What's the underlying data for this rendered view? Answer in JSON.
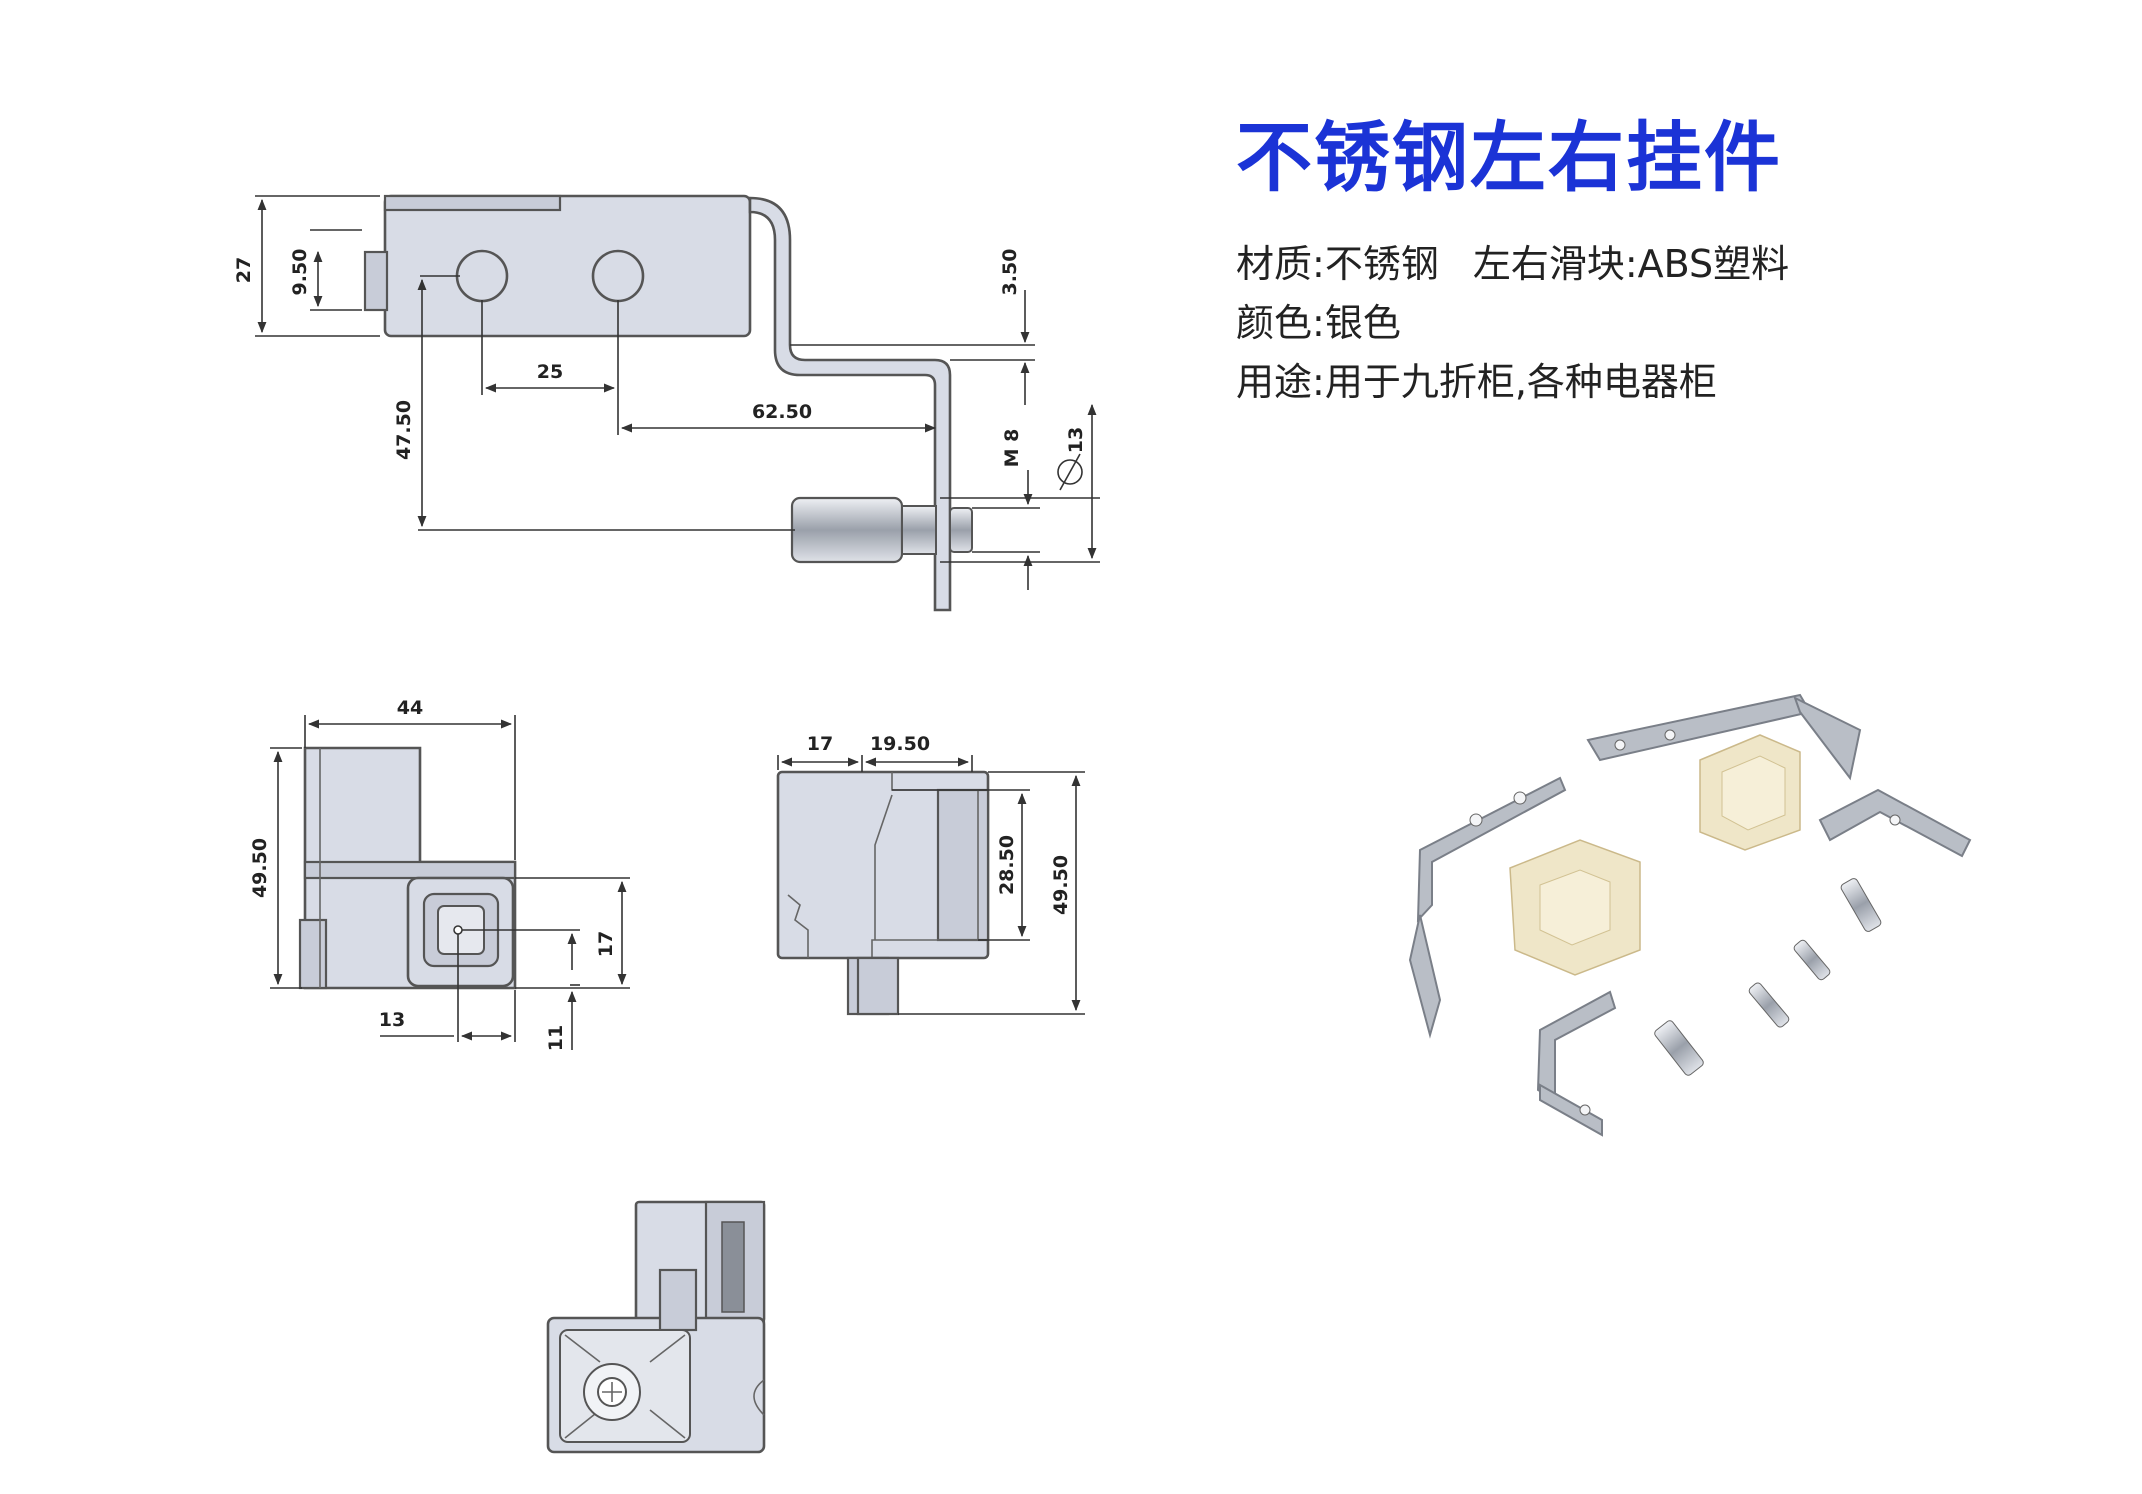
{
  "product": {
    "title": "不锈钢左右挂件",
    "specs": {
      "material_label": "材质:",
      "material_value": "不锈钢",
      "slider_label": "左右滑块:",
      "slider_value": "ABS塑料",
      "color_label": "颜色:",
      "color_value": "银色",
      "usage_label": "用途:",
      "usage_value": "用于九折柜,各种电器柜"
    }
  },
  "dimensions": {
    "side_view": {
      "height_27": "27",
      "height_9_50": "9.50",
      "offset_3_50": "3.50",
      "hole_pitch_25": "25",
      "drop_47_50": "47.50",
      "span_62_50": "62.50",
      "thread_m8": "M 8",
      "diameter_13": "13"
    },
    "front_view": {
      "width_44": "44",
      "height_49_50": "49.50",
      "inner_17": "17",
      "offset_13": "13",
      "offset_11": "11"
    },
    "end_view": {
      "width_17": "17",
      "width_19_50": "19.50",
      "height_28_50": "28.50",
      "height_49_50": "49.50"
    }
  },
  "colors": {
    "title": "#1b33d6",
    "text": "#222222",
    "part_fill": "#d8dce6",
    "plastic": "#efe6c8",
    "steel": "#b9bec6"
  }
}
